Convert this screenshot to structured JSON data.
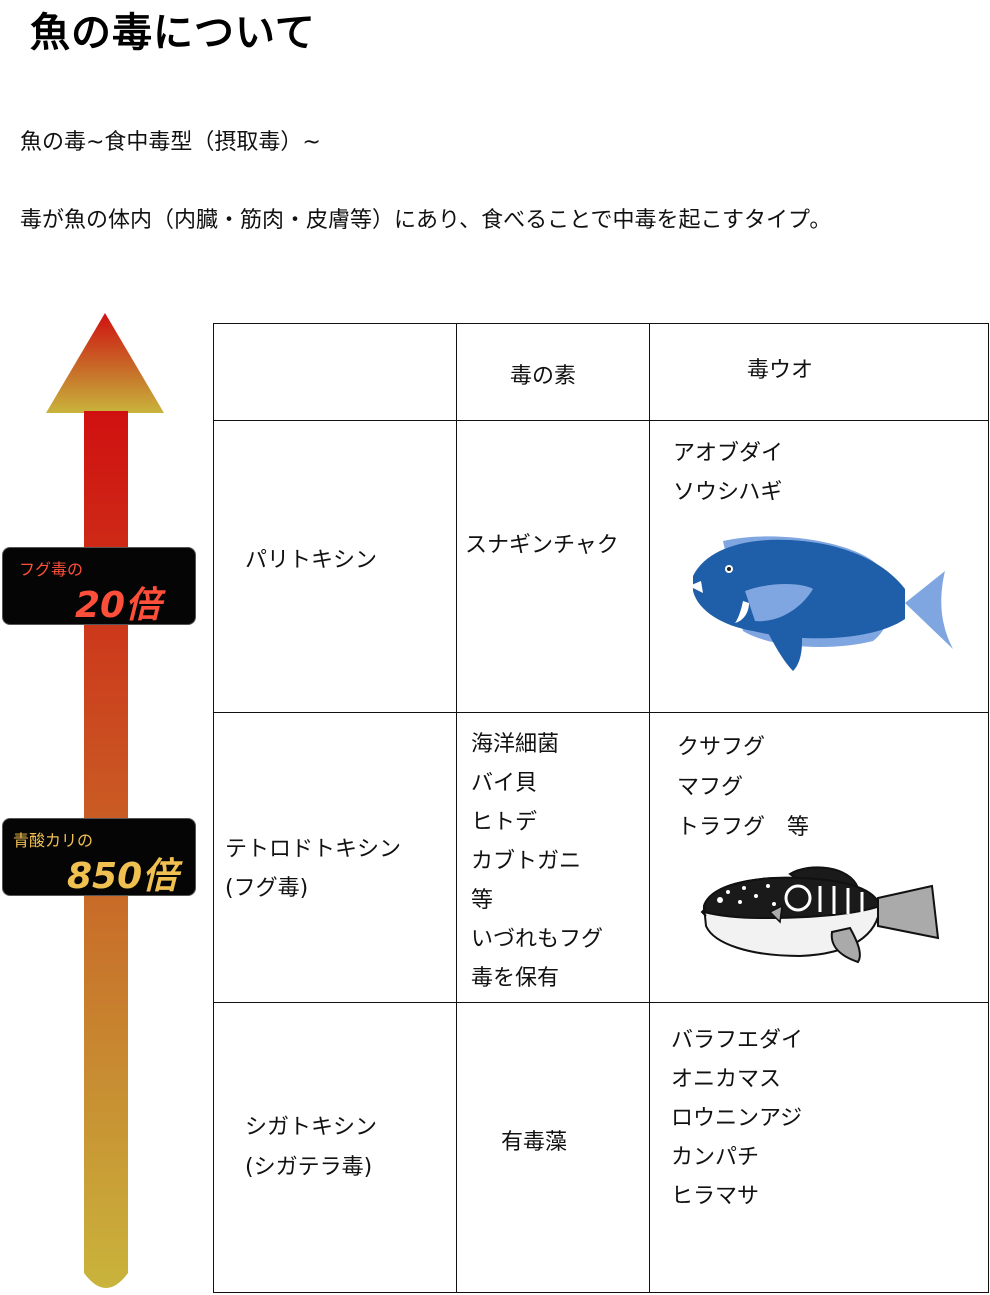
{
  "page": {
    "title": "魚の毒について",
    "subtitle": "魚の毒~食中毒型（摂取毒）~",
    "description": "毒が魚の体内（内臓・筋肉・皮膚等）にあり、食べることで中毒を起こすタイプ。"
  },
  "scale": {
    "badge_top": {
      "label": "フグ毒の",
      "value": "20倍"
    },
    "badge_bottom": {
      "label": "青酸カリの",
      "value": "850倍"
    },
    "colors": {
      "top": "#d01010",
      "bottom": "#c9b43c"
    }
  },
  "table": {
    "headers": [
      "",
      "毒の素",
      "毒ウオ"
    ],
    "rows": [
      {
        "toxin": [
          "パリトキシン"
        ],
        "source": [
          "スナギンチャク"
        ],
        "fish": [
          "アオブダイ",
          "ソウシハギ"
        ],
        "icon": "blue-parrotfish-icon"
      },
      {
        "toxin": [
          "テトロドトキシン",
          "(フグ毒)"
        ],
        "source": [
          "海洋細菌",
          "バイ貝",
          "ヒトデ",
          "カブトガニ",
          "等",
          "いづれもフグ",
          "毒を保有"
        ],
        "fish": [
          "クサフグ",
          "マフグ",
          "トラフグ　等"
        ],
        "icon": "pufferfish-icon"
      },
      {
        "toxin": [
          "シガトキシン",
          "(シガテラ毒)"
        ],
        "source": [
          "有毒藻"
        ],
        "fish": [
          "バラフエダイ",
          "オニカマス",
          "ロウニンアジ",
          "カンパチ",
          "ヒラマサ"
        ]
      }
    ]
  }
}
